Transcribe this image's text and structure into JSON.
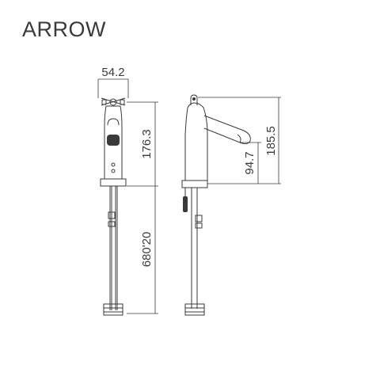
{
  "brand": "ARROW",
  "dimensions": {
    "width_top": "54.2",
    "front_height": "176.3",
    "hose_length": "680'20",
    "spout_height": "94.7",
    "total_height": "185.5"
  }
}
